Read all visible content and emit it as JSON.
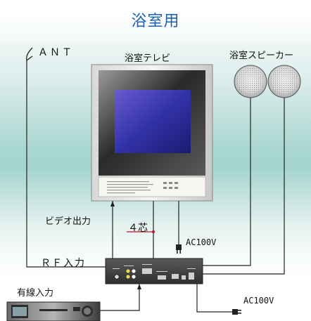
{
  "title": "浴室用",
  "labels": {
    "ant": "ＡＮＴ",
    "tv": "浴室テレビ",
    "speaker": "浴室スピーカー",
    "video_out": "ビデオ出力",
    "four_core": "４芯",
    "ac100v_1": "AC100V",
    "rf_in": "ＲＦ入力",
    "cable_in": "有線入力",
    "ac100v_2": "AC100V"
  },
  "colors": {
    "title": "#1a5fb4",
    "screen": "#3a3ab0",
    "marker": "#c0102a"
  }
}
